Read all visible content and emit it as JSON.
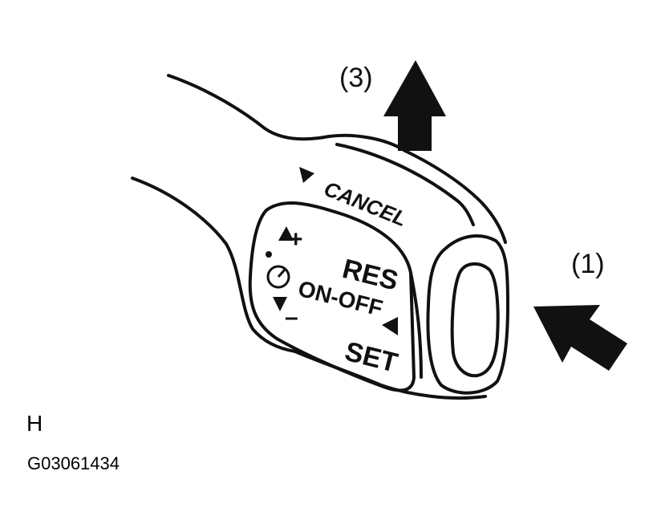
{
  "callouts": {
    "label_3": "(3)",
    "label_1": "(1)"
  },
  "switch_labels": {
    "cancel": "CANCEL",
    "res": "RES",
    "on_off": "ON-OFF",
    "set": "SET",
    "plus": "+",
    "minus": "–"
  },
  "caption": {
    "letter": "H",
    "code": "G03061434"
  },
  "colors": {
    "outline": "#111111",
    "arrow_fill": "#111111",
    "background": "#ffffff"
  }
}
